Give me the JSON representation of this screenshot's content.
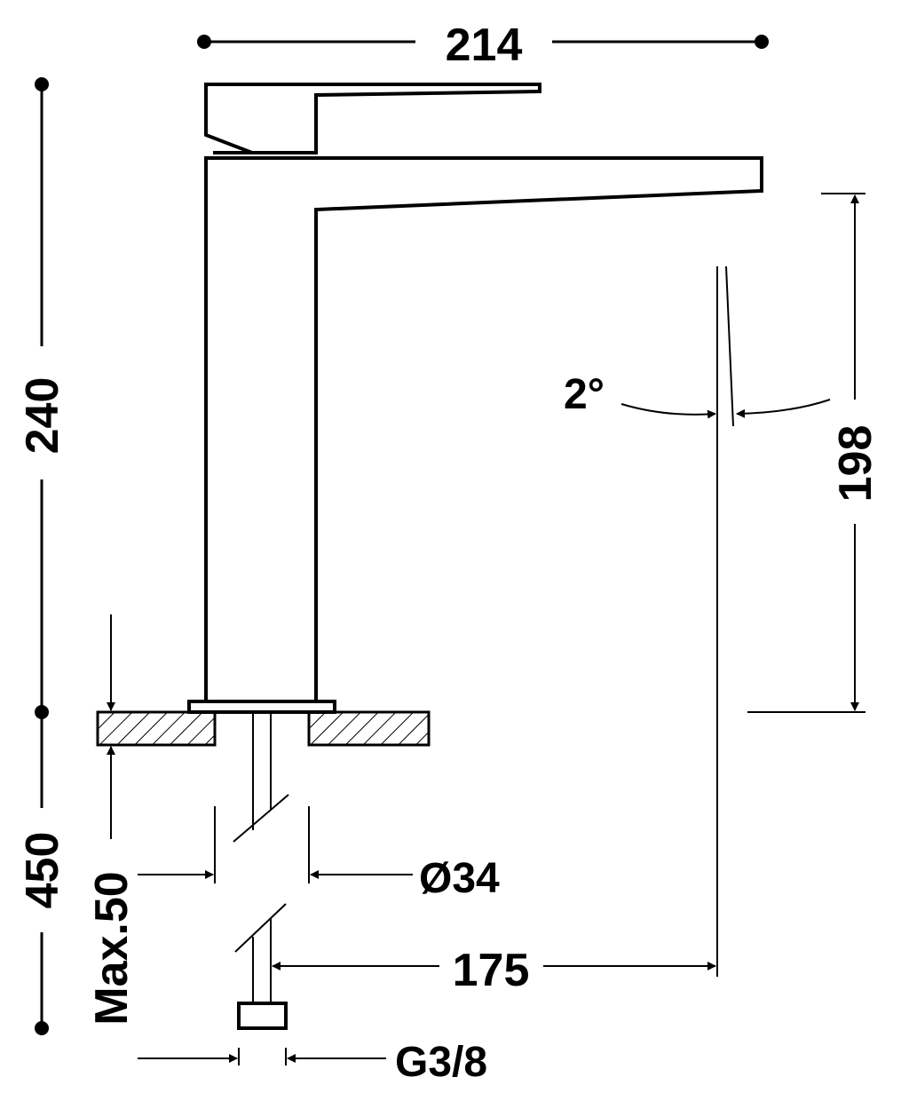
{
  "drawing": {
    "subject": "faucet-technical-drawing",
    "line_color": "#000000",
    "background": "#ffffff"
  },
  "dimensions": {
    "overall_width": "214",
    "overall_height": "240",
    "spout_height": "198",
    "spout_angle": "2°",
    "flexible_length": "450",
    "max_deck_thickness": "Max.50",
    "hole_diameter": "Ø34",
    "spout_reach": "175",
    "connection_thread": "G3/8"
  }
}
